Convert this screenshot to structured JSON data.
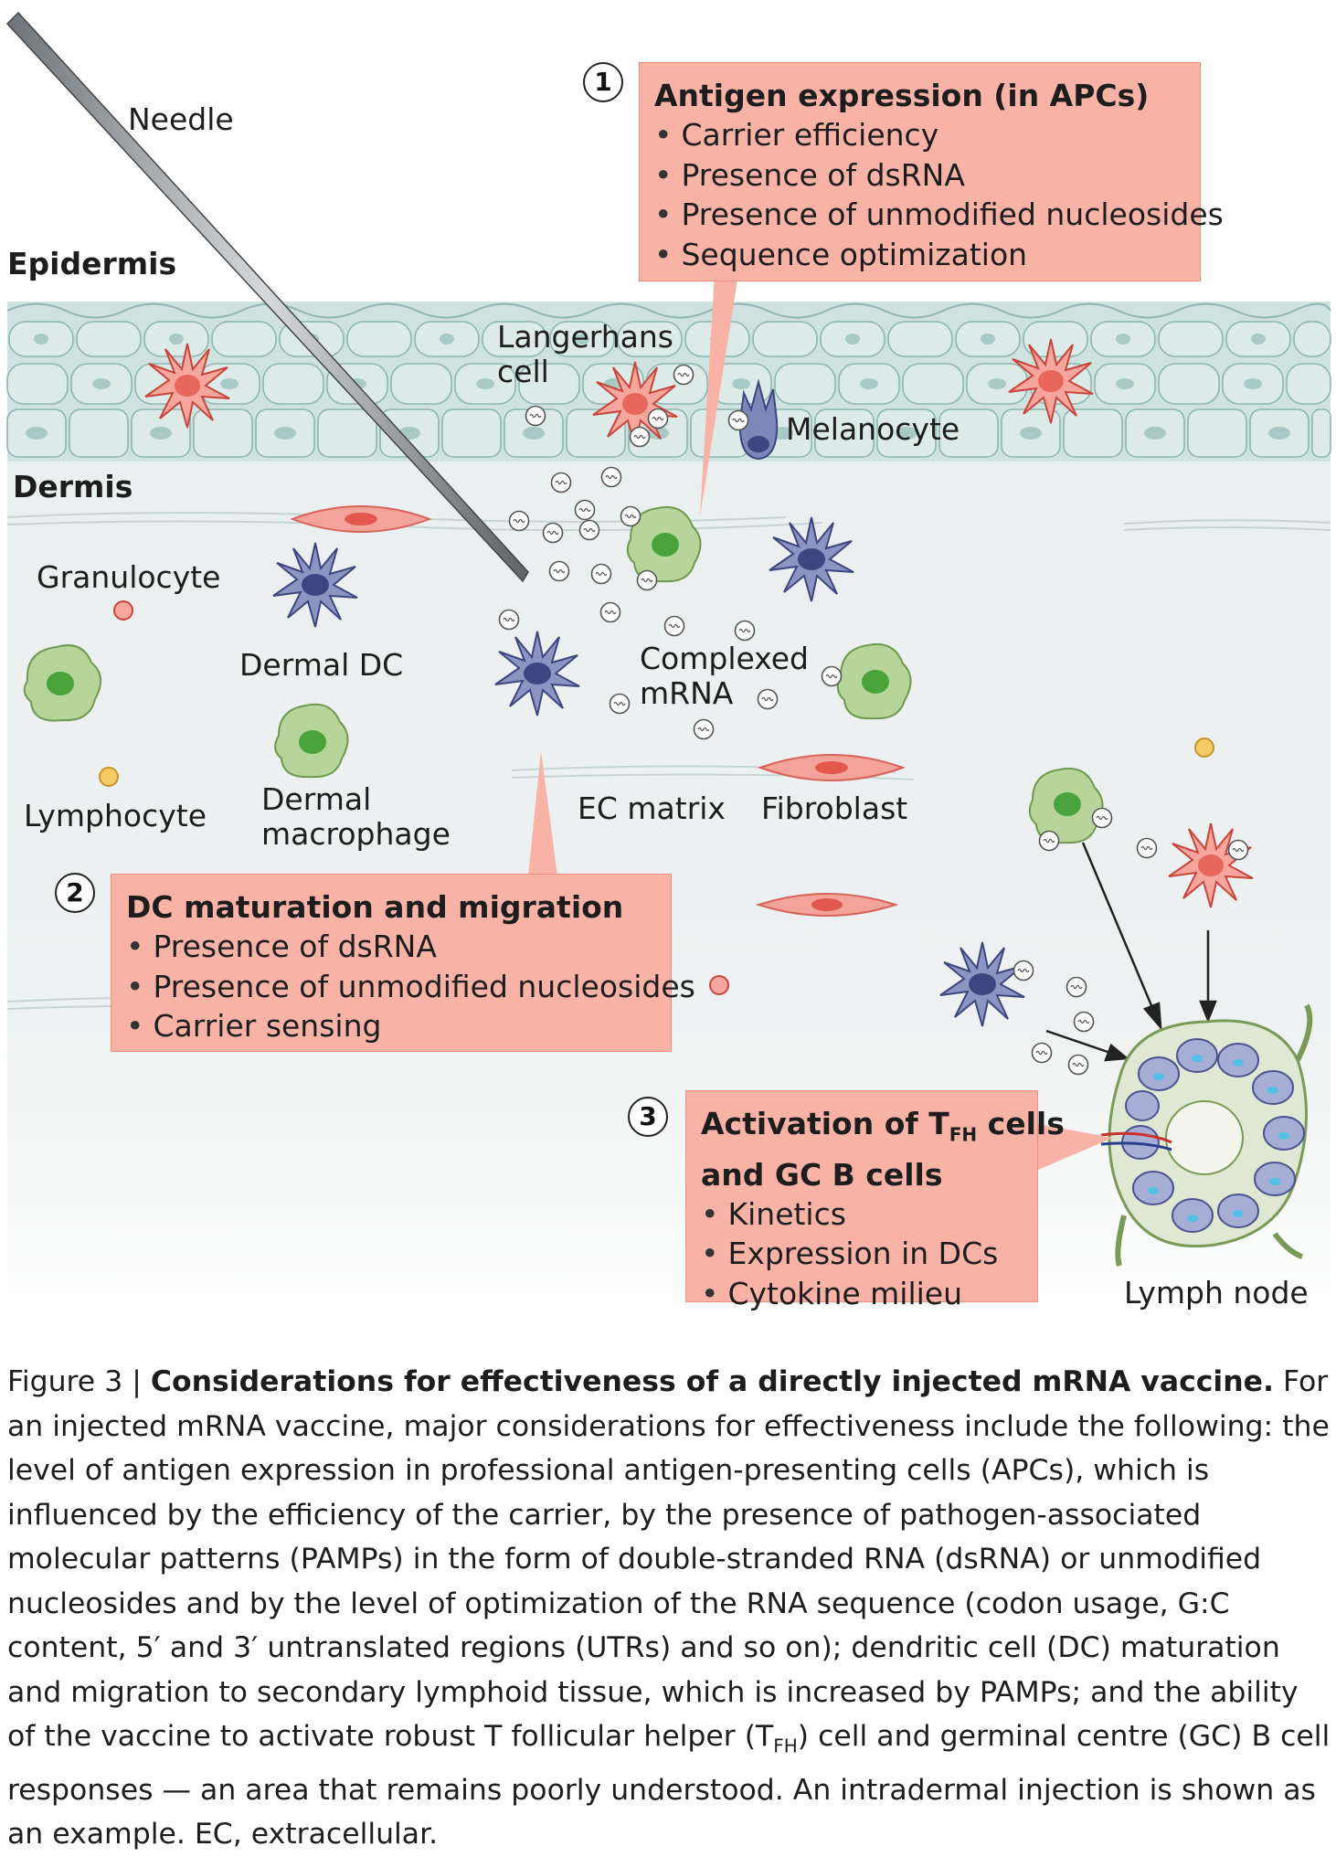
{
  "labels": {
    "needle": "Needle",
    "epidermis": "Epidermis",
    "dermis": "Dermis",
    "langerhans_line1": "Langerhans",
    "langerhans_line2": "cell",
    "melanocyte": "Melanocyte",
    "granulocyte": "Granulocyte",
    "dermal_dc": "Dermal DC",
    "lymphocyte": "Lymphocyte",
    "dermal_macrophage_line1": "Dermal",
    "dermal_macrophage_line2": "macrophage",
    "complexed_mrna_line1": "Complexed",
    "complexed_mrna_line2": "mRNA",
    "ec_matrix": "EC matrix",
    "fibroblast": "Fibroblast",
    "lymph_node": "Lymph node"
  },
  "box1": {
    "number": "1",
    "title": "Antigen expression (in APCs)",
    "items": [
      "Carrier efficiency",
      "Presence of dsRNA",
      "Presence of unmodified nucleosides",
      "Sequence optimization"
    ]
  },
  "box2": {
    "number": "2",
    "title": "DC maturation and migration",
    "items": [
      "Presence of dsRNA",
      "Presence of unmodified nucleosides",
      "Carrier sensing"
    ]
  },
  "box3": {
    "number": "3",
    "title_pre": "Activation of T",
    "title_sub": "FH",
    "title_post": " cells",
    "title_line2": "and GC B cells",
    "items": [
      "Kinetics",
      "Expression in DCs",
      "Cytokine milieu"
    ]
  },
  "caption": {
    "figure_label": "Figure 3 | ",
    "title": "Considerations for effectiveness of a directly injected mRNA vaccine.",
    "body_pre": " For an injected mRNA vaccine, major considerations for effectiveness include the following: the level of antigen expression in professional antigen-presenting cells (APCs), which is influenced by the efficiency of the carrier, by the presence of pathogen-associated molecular patterns (PAMPs) in the form of double-stranded RNA (dsRNA) or unmodified nucleosides and by the level of optimization of the RNA sequence (codon usage, G:C content, 5′ and 3′ untranslated regions (UTRs) and so on); dendritic cell (DC) maturation and migration to secondary lymphoid tissue, which is increased by PAMPs; and the ability of the vaccine to activate robust T follicular helper (T",
    "body_sub": "FH",
    "body_post": ") cell and germinal centre (GC) B cell responses — an area that remains poorly understood. An intradermal injection is shown as an example. EC, extracellular."
  },
  "colors": {
    "box_fill": "#f9b3a6",
    "dc_cell": "#7d87b8",
    "langerhans_cell": "#f08b80",
    "macrophage": "#a8c98a",
    "fibroblast": "#f28a82",
    "epidermis": "#c9dedb"
  }
}
